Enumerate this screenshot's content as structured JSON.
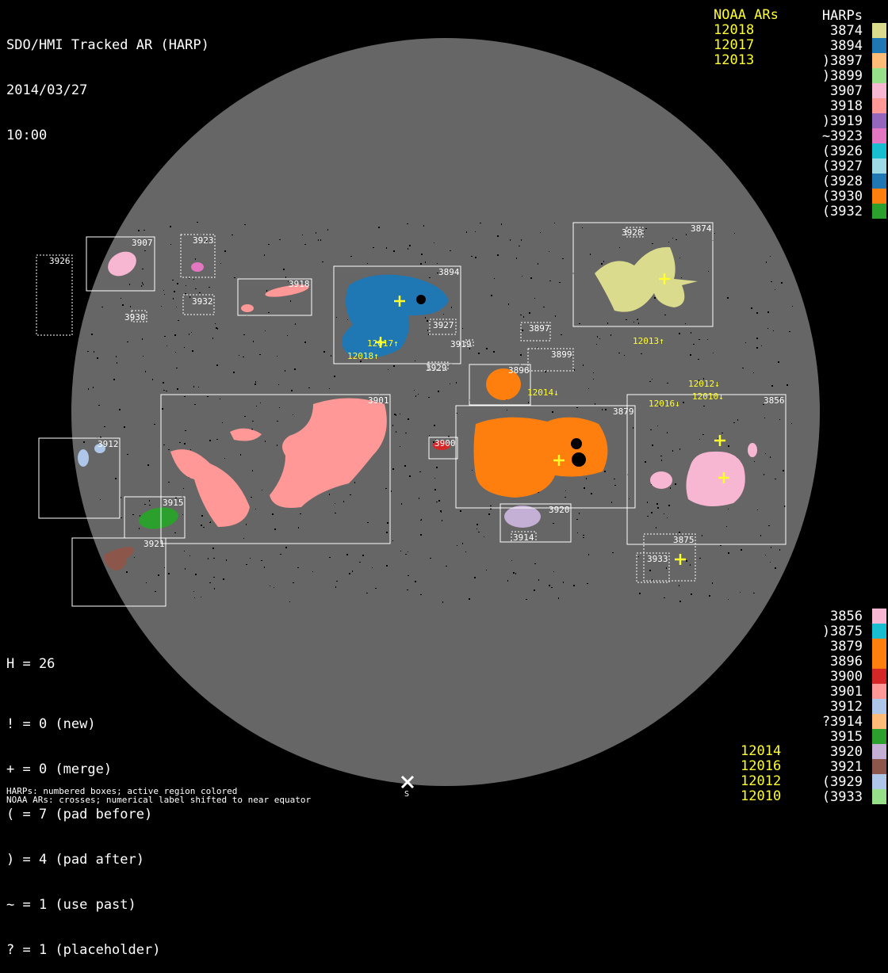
{
  "header": {
    "title": "SDO/HMI Tracked AR (HARP)",
    "date": "2014/03/27",
    "time": "10:00"
  },
  "noaa_top": {
    "heading": "NOAA ARs",
    "items": [
      "12018",
      "12017",
      "12013"
    ]
  },
  "harps_top": {
    "heading": "HARPs",
    "items": [
      {
        "label": " 3874",
        "color": "#dbdb8d"
      },
      {
        "label": " 3894",
        "color": "#1f77b4"
      },
      {
        "label": ")3897",
        "color": "#ffbb78"
      },
      {
        "label": ")3899",
        "color": "#98df8a"
      },
      {
        "label": " 3907",
        "color": "#f7b6d2"
      },
      {
        "label": " 3918",
        "color": "#ff9896"
      },
      {
        "label": ")3919",
        "color": "#9467bd"
      },
      {
        "label": "~3923",
        "color": "#e377c2"
      },
      {
        "label": "(3926",
        "color": "#17becf"
      },
      {
        "label": "(3927",
        "color": "#9edae5"
      },
      {
        "label": "(3928",
        "color": "#1f77b4"
      },
      {
        "label": "(3930",
        "color": "#ff7f0e"
      },
      {
        "label": "(3932",
        "color": "#2ca02c"
      }
    ]
  },
  "harps_bottom": {
    "items": [
      {
        "label": " 3856",
        "color": "#f7b6d2"
      },
      {
        "label": ")3875",
        "color": "#17becf"
      },
      {
        "label": " 3879",
        "color": "#ff7f0e"
      },
      {
        "label": " 3896",
        "color": "#ff7f0e"
      },
      {
        "label": " 3900",
        "color": "#d62728"
      },
      {
        "label": " 3901",
        "color": "#ff9896"
      },
      {
        "label": " 3912",
        "color": "#aec7e8"
      },
      {
        "label": "?3914",
        "color": "#ffbb78"
      },
      {
        "label": " 3915",
        "color": "#2ca02c"
      },
      {
        "label": " 3920",
        "color": "#c5b0d5"
      },
      {
        "label": " 3921",
        "color": "#8c564b"
      },
      {
        "label": "(3929",
        "color": "#aec7e8"
      },
      {
        "label": "(3933",
        "color": "#98df8a"
      }
    ]
  },
  "noaa_bottom": {
    "items": [
      "12014",
      "12016",
      "12012",
      "12010"
    ]
  },
  "stats": {
    "h": "H = 26",
    "lines": [
      "! = 0 (new)",
      "+ = 0 (merge)",
      "( = 7 (pad before)",
      ") = 4 (pad after)",
      "~ = 1 (use past)",
      "? = 1 (placeholder)"
    ]
  },
  "footer": {
    "line1": "HARPs: numbered boxes; active region colored",
    "line2": "NOAA ARs: crosses; numerical label shifted to near equator"
  },
  "disk": {
    "south_label": "S",
    "boxes": {
      "b3926": "3926",
      "b3907": "3907",
      "b3923": "3923",
      "b3932": "3932",
      "b3930": "3930",
      "b3918": "3918",
      "b3894": "3894",
      "b3927": "3927",
      "b3919": "3919",
      "b3929": "3929",
      "b3897": "3897",
      "b3899": "3899",
      "b3874": "3874",
      "b3928": "3928",
      "b3896": "3896",
      "b3901": "3901",
      "b3879": "3879",
      "b3856": "3856",
      "b3900": "3900",
      "b3912": "3912",
      "b3915": "3915",
      "b3921": "3921",
      "b3920": "3920",
      "b3914": "3914",
      "b3875": "3875",
      "b3933": "3933"
    },
    "noaa_labels": {
      "n12018": "12018↑",
      "n12017": "12017↑",
      "n12013": "12013↑",
      "n12014": "12014↓",
      "n12016": "12016↓",
      "n12012": "12012↓",
      "n12010": "12010↓"
    }
  }
}
